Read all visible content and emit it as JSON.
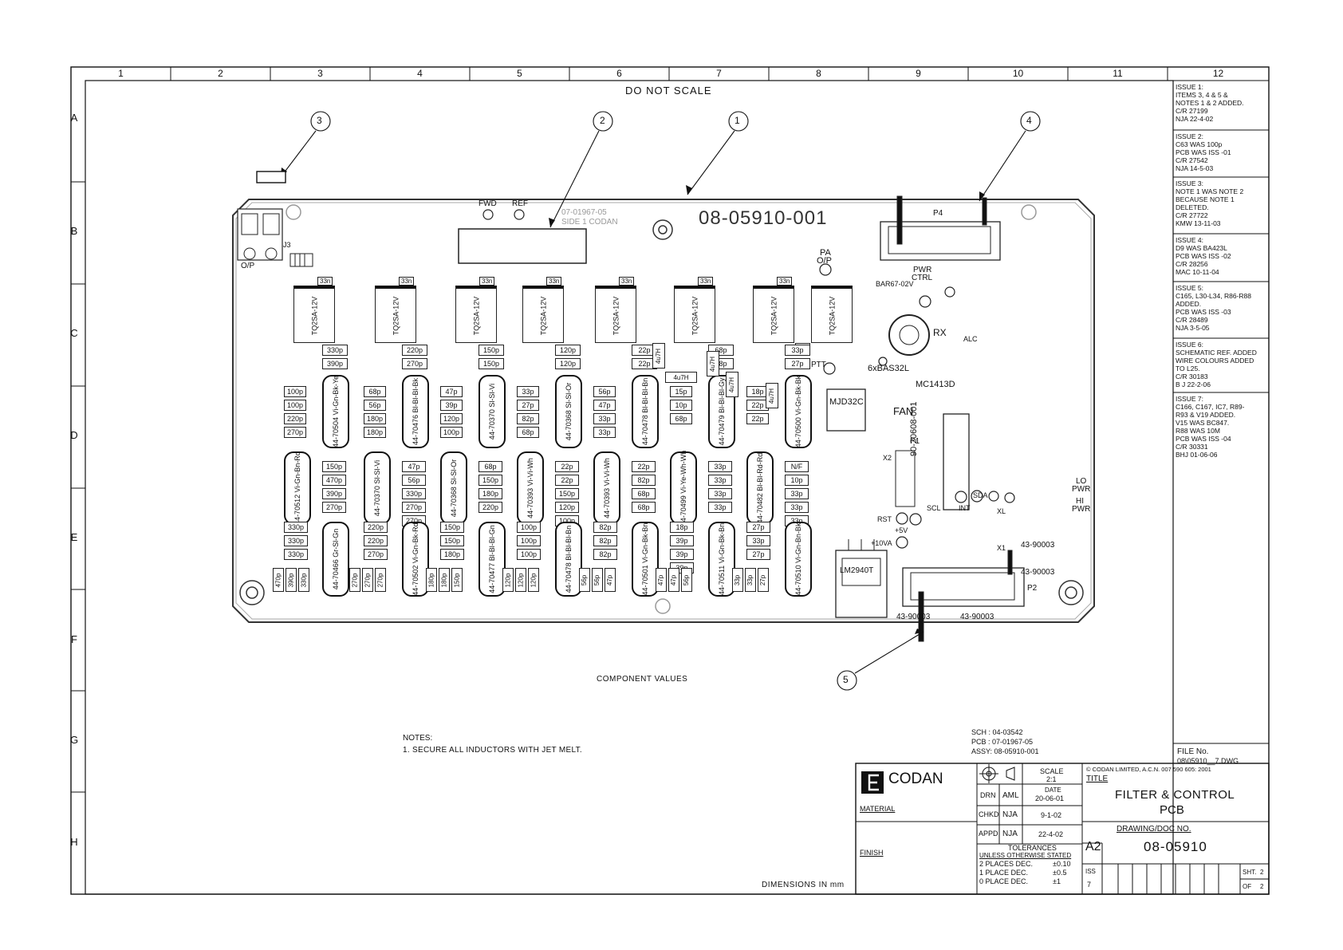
{
  "sheet": {
    "do_not_scale": "DO NOT SCALE",
    "columns": [
      "1",
      "2",
      "3",
      "4",
      "5",
      "6",
      "7",
      "8",
      "9",
      "10",
      "11",
      "12"
    ],
    "rows": [
      "A",
      "B",
      "C",
      "D",
      "E",
      "F",
      "G",
      "H"
    ]
  },
  "board": {
    "part_number": "08-05910-001",
    "silkscreen_side": "07-01967-05",
    "silkscreen_side_2": "SIDE 1 CODAN",
    "labels": {
      "fwd": "FWD",
      "ref": "REF",
      "pa_op": "PA",
      "pa_op2": "O/P",
      "op": "O/P",
      "pwr_ctrl": "PWR",
      "pwr_ctrl2": "CTRL",
      "rx": "RX",
      "fan": "FAN",
      "ptt": "PTT",
      "lo_pwr": "LO",
      "lo_pwr2": "PWR",
      "hi_pwr": "HI",
      "hi_pwr2": "PWR",
      "sda": "SDA",
      "scl": "SCL",
      "int": "INT",
      "rst": "RST",
      "plus5v": "+5V",
      "plus10va": "+10VA",
      "xl": "XL",
      "alc": "ALC"
    },
    "connectors": {
      "p4": "P4",
      "p2": "P2",
      "p1": "P1",
      "j3": "J3",
      "x1": "X1",
      "x2": "X2"
    },
    "ics": {
      "lm2940t": "LM2940T",
      "mjd32c": "MJD32C",
      "mc1413d": "MC1413D",
      "ic_main": "90-20608-001",
      "bas32l": "6xBAS32L",
      "bar67": "BAR67-02V"
    },
    "relays": [
      "TQ2SA-12V",
      "TQ2SA-12V",
      "TQ2SA-12V",
      "TQ2SA-12V",
      "TQ2SA-12V",
      "TQ2SA-12V",
      "TQ2SA-12V",
      "TQ2SA-12V"
    ],
    "relay_caps": [
      "33n",
      "33n",
      "33n",
      "33n",
      "33n",
      "33n",
      "33n",
      "33n"
    ],
    "connector_part": "43-90003",
    "filter_banks": [
      {
        "top": [
          "330p",
          "390p"
        ],
        "left": [
          "100p",
          "100p",
          "220p",
          "270p"
        ],
        "coil_a": "44-70504 Vi-Gn-Bk-Ye",
        "mid": [
          "150p",
          "470p",
          "390p",
          "270p"
        ],
        "coil_b": "44-70512 Vi-Gn-Bn-Rd",
        "bottom": [
          "330p",
          "330p",
          "330p"
        ],
        "coil_c": "44-70466 Gr-Sl-Gn",
        "base": [
          "470p",
          "390p",
          "330p"
        ]
      },
      {
        "top": [
          "220p",
          "270p"
        ],
        "left": [
          "68p",
          "56p",
          "180p",
          "180p"
        ],
        "coil_a": "44-70476 Bl-Bl-Bl-Bk",
        "mid": [
          "47p",
          "56p",
          "330p",
          "270p",
          "270p"
        ],
        "coil_b": "44-70370 Sl-Sl-Vi",
        "bottom": [
          "220p",
          "220p",
          "270p"
        ],
        "coil_c": "44-70502 Vi-Gn-Bk-Rd",
        "base": [
          "270p",
          "270p",
          "270p"
        ]
      },
      {
        "top": [
          "150p",
          "150p"
        ],
        "left": [
          "47p",
          "39p",
          "120p",
          "100p"
        ],
        "coil_a": "44-70370 Sl-Sl-Vi",
        "mid": [
          "68p",
          "150p",
          "180p",
          "220p"
        ],
        "coil_b": "44-70368 Sl-Sl-Or",
        "bottom": [
          "150p",
          "150p",
          "180p"
        ],
        "coil_c": "44-70477 Bl-Bl-Bl-Gn",
        "base": [
          "180p",
          "180p",
          "150p"
        ]
      },
      {
        "top": [
          "120p",
          "120p"
        ],
        "left": [
          "33p",
          "27p",
          "82p",
          "68p"
        ],
        "coil_a": "44-70368 Sl-Sl-Or",
        "mid": [
          "22p",
          "22p",
          "150p",
          "120p",
          "100p"
        ],
        "coil_b": "44-70393 Vi-Vi-Wh",
        "bottom": [
          "100p",
          "100p",
          "100p"
        ],
        "coil_c": "44-70478 Bl-Bl-Bl-Bn",
        "base": [
          "120p",
          "120p",
          "120p"
        ]
      },
      {
        "top": [
          "22p",
          "22p"
        ],
        "left": [
          "56p",
          "47p",
          "33p",
          "33p"
        ],
        "coil_a": "44-70478 Bl-Bl-Bl-Bn",
        "mid": [
          "22p",
          "82p",
          "68p",
          "68p"
        ],
        "coil_b": "44-70393 Vi-Vi-Wh",
        "bottom": [
          "82p",
          "82p",
          "82p"
        ],
        "coil_c": "44-70501 Vi-Gn-Bk-Bn",
        "base": [
          "56p",
          "56p",
          "47p"
        ]
      },
      {
        "top": [
          "68p",
          "68p"
        ],
        "left": [
          "15p",
          "10p",
          "68p"
        ],
        "coil_a": "44-70479 Bl-Bl-Bl-Gy",
        "mid": [
          "33p",
          "33p",
          "33p",
          "33p"
        ],
        "coil_b": "44-70499 Vi-Ye-Wh-Wh",
        "bottom": [
          "18p",
          "39p",
          "39p",
          "39p"
        ],
        "coil_c": "44-70511 Vi-Gn-Bk-Bn",
        "base": [
          "47p",
          "47p",
          "56p"
        ]
      },
      {
        "top": [
          "33p",
          "27p"
        ],
        "left": [
          "18p",
          "22p",
          "22p"
        ],
        "coil_a": "44-70500 Vi-Gn-Bk-Bk",
        "mid": [
          "N/F",
          "10p",
          "33p",
          "33p",
          "33p"
        ],
        "coil_b": "44-70482 Bl-Bl-Rd-Rd",
        "bottom": [
          "27p",
          "33p",
          "27p"
        ],
        "coil_c": "44-70510 Vi-Gn-Bn-Bk",
        "base": [
          "33p",
          "33p",
          "27p"
        ]
      }
    ],
    "inductors": [
      "4u7H",
      "4u7H",
      "4u7H",
      "4u7H",
      "4u7H"
    ]
  },
  "callouts": [
    "1",
    "2",
    "3",
    "4",
    "5"
  ],
  "component_values_label": "COMPONENT VALUES",
  "notes": {
    "heading": "NOTES:",
    "items": [
      "1. SECURE ALL INDUCTORS WITH JET MELT."
    ]
  },
  "references": {
    "sch": "SCH : 04-03542",
    "pcb": "PCB : 07-01967-05",
    "assy": "ASSY: 08-05910-001"
  },
  "dimensions": "DIMENSIONS IN mm",
  "revisions": [
    {
      "lines": [
        "ISSUE 1:",
        "ITEMS 3, 4 & 5 &",
        "NOTES 1 & 2 ADDED.",
        "C/R 27199",
        "NJA 22-4-02"
      ]
    },
    {
      "lines": [
        "ISSUE 2:",
        "C63 WAS 100p",
        "PCB WAS ISS -01",
        "C/R 27542",
        "NJA 14-5-03"
      ]
    },
    {
      "lines": [
        "ISSUE 3:",
        "NOTE 1 WAS NOTE 2",
        "BECAUSE NOTE 1",
        "DELETED.",
        "C/R 27722",
        "KMW 13-11-03"
      ]
    },
    {
      "lines": [
        "ISSUE 4:",
        "D9 WAS BA423L",
        "PCB WAS ISS -02",
        "C/R 28256",
        "MAC 10-11-04"
      ]
    },
    {
      "lines": [
        "ISSUE 5:",
        "C165, L30-L34, R86-R88",
        "ADDED.",
        "PCB WAS ISS -03",
        "C/R 28489",
        "NJA 3-5-05"
      ]
    },
    {
      "lines": [
        "ISSUE 6:",
        "SCHEMATIC REF. ADDED",
        "WIRE COLOURS ADDED",
        "TO L25.",
        "C/R 30183",
        "B J 22-2-06"
      ]
    },
    {
      "lines": [
        "ISSUE 7:",
        "C166, C167, IC7, R89-",
        "R93 & V19 ADDED.",
        "V15 WAS BC847.",
        "R88 WAS 10M",
        "PCB WAS ISS -04",
        "C/R 30331",
        "BHJ 01-06-06"
      ]
    }
  ],
  "file": {
    "label": "FILE No.",
    "value": "08\\05910__7.DWG"
  },
  "title_block": {
    "company": "CODAN",
    "material": "MATERIAL",
    "finish": "FINISH",
    "scale_label": "SCALE",
    "scale_value": "2:1",
    "date_label": "DATE",
    "date_value": "20-06-01",
    "drn": "DRN",
    "drn_by": "AML",
    "chkd": "CHKD",
    "chkd_by": "NJA",
    "chkd_date": "9-1-02",
    "appd": "APPD",
    "appd_by": "NJA",
    "appd_date": "22-4-02",
    "tolerances": "TOLERANCES",
    "tol_note": "UNLESS OTHERWISE STATED",
    "tol_rows": [
      [
        "2 PLACES DEC.",
        "±0.10"
      ],
      [
        "1 PLACE DEC.",
        "±0.5"
      ],
      [
        "0 PLACE DEC.",
        "±1"
      ]
    ],
    "copyright": "© CODAN LIMITED, A.C.N. 007 590 605: 2001",
    "title_label": "TITLE",
    "title_1": "FILTER & CONTROL",
    "title_2": "PCB",
    "doc_label": "DRAWING/DOC NO.",
    "doc_no": "08-05910",
    "size": "A2",
    "iss_label": "ISS",
    "iss_value": "7",
    "sheet_label": "SHT.",
    "sheet_value": "2",
    "of_label": "OF",
    "of_value": "2"
  }
}
